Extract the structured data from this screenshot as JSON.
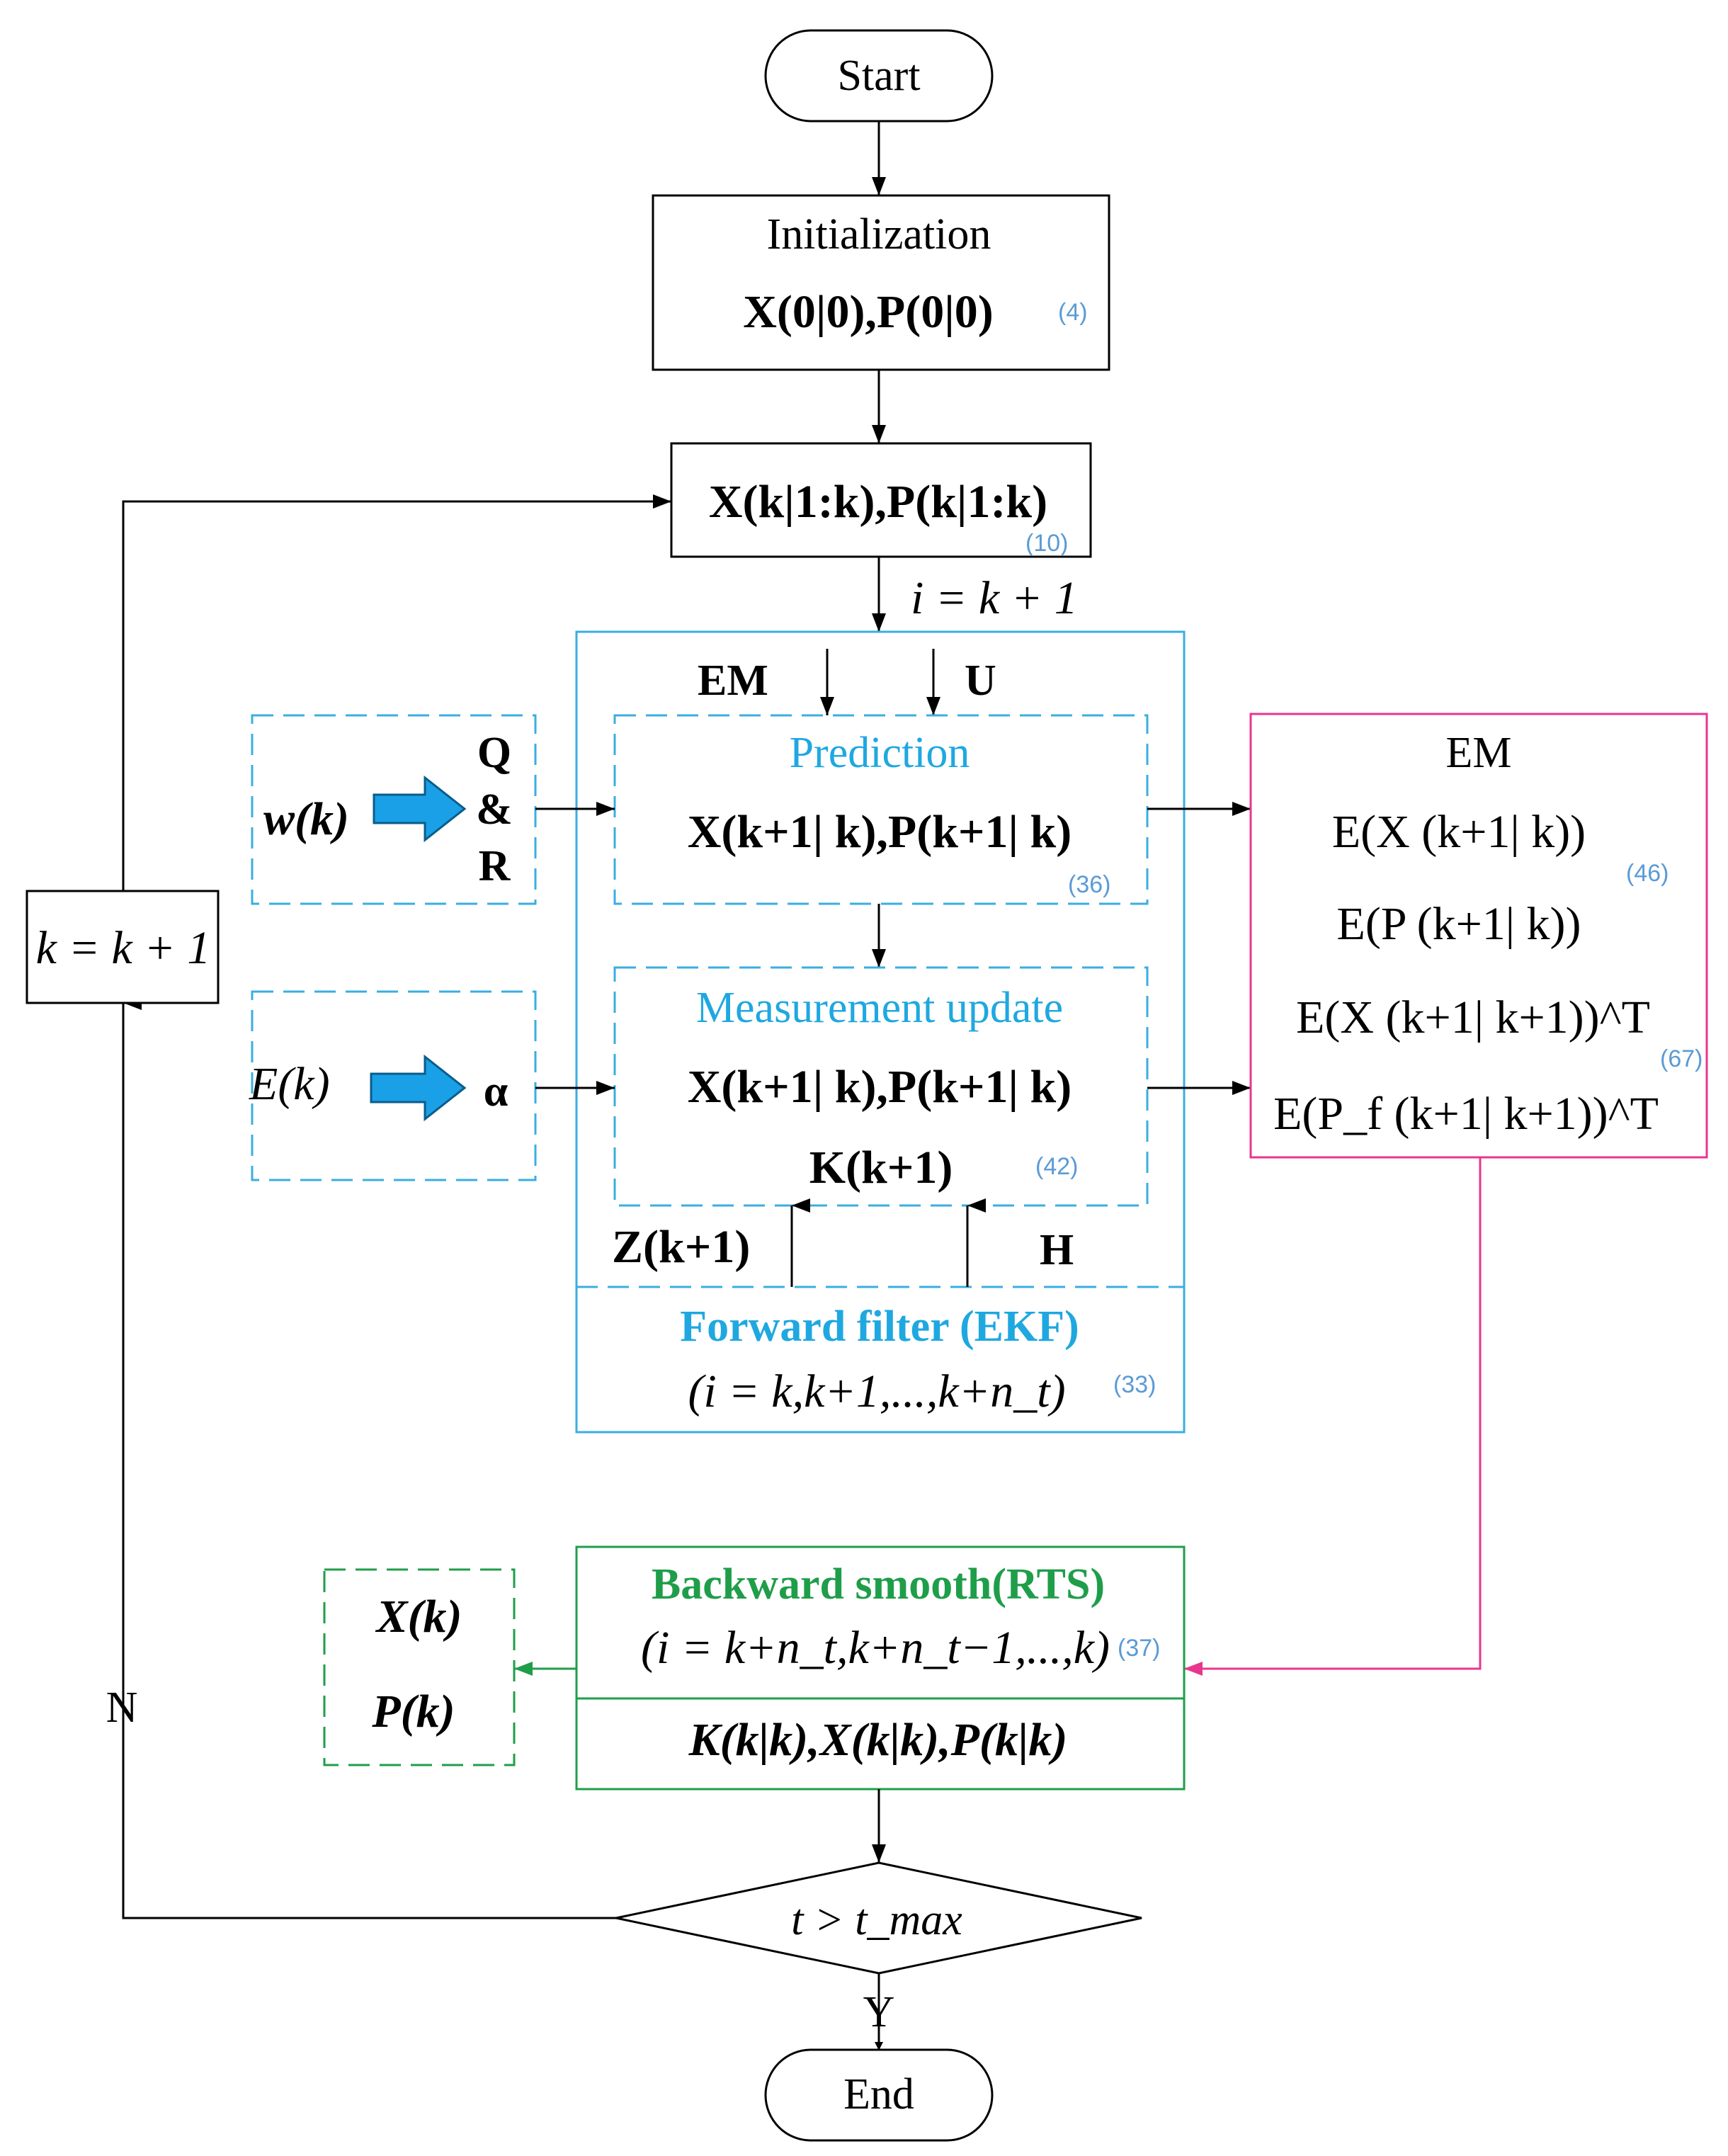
{
  "colors": {
    "black": "#000000",
    "cyan": "#1fa8e0",
    "blue_box": "#3aaee0",
    "arrow_fill": "#1aa0e6",
    "magenta": "#e8368f",
    "green": "#1f9e4a",
    "ref_blue": "#5b9bd5"
  },
  "start": {
    "label": "Start"
  },
  "end": {
    "label": "End"
  },
  "init": {
    "title": "Initialization",
    "formula": "X(0|0),P(0|0)",
    "ref": "(4)"
  },
  "state_box": {
    "formula": "X(k|1:k),P(k|1:k)",
    "ref": "(10)"
  },
  "i_assign": "i = k + 1",
  "forward_filter": {
    "em_input": "EM",
    "u_input": "U",
    "prediction": {
      "title": "Prediction",
      "formula": "X(k+1| k),P(k+1| k)",
      "ref": "(36)"
    },
    "measurement": {
      "title": "Measurement update",
      "formula": "X(k+1| k),P(k+1| k)",
      "gain": "K(k+1)",
      "ref": "(42)"
    },
    "z_input": "Z(k+1)",
    "h_input": "H",
    "title": "Forward filter (EKF)",
    "range": "(i = k,k+1,...,k+n_t)",
    "ref": "(33)"
  },
  "noise_box": {
    "input": "w(k)",
    "q": "Q",
    "amp": "&",
    "r": "R"
  },
  "error_box": {
    "input": "E(k)",
    "alpha": "α"
  },
  "k_increment": "k = k + 1",
  "em_box": {
    "title": "EM",
    "line1": "E(X (k+1| k))",
    "ref1": "(46)",
    "line2": "E(P (k+1| k))",
    "line3": "E(X (k+1| k+1))^T",
    "ref2": "(67)",
    "line4": "E(P_f (k+1| k+1))^T"
  },
  "backward": {
    "title": "Backward smooth(RTS)",
    "range": "(i = k+n_t,k+n_t−1,...,k)",
    "ref": "(37)",
    "outputs": "K(k|k),X(k|k),P(k|k)"
  },
  "result_box": {
    "x": "X(k)",
    "p": "P(k)"
  },
  "decision": {
    "condition": "t > t_max",
    "no": "N",
    "yes": "Y"
  }
}
